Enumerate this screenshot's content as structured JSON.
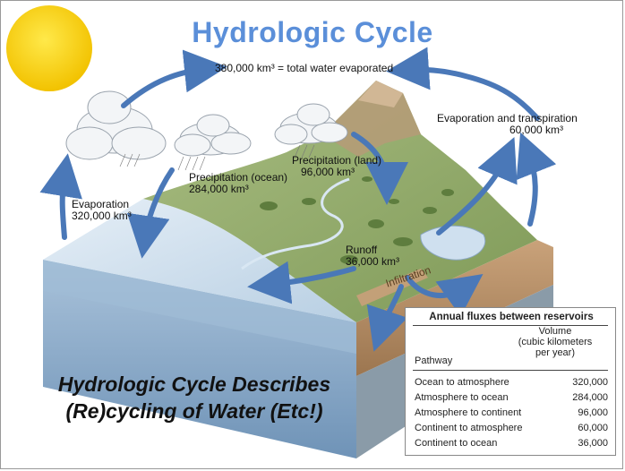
{
  "title": "Hydrologic Cycle",
  "labels": {
    "total_evaporated": "380,000 km³ = total water evaporated",
    "evap_transpiration_name": "Evaporation and transpiration",
    "evap_transpiration_value": "60,000 km³",
    "precip_land_name": "Precipitation (land)",
    "precip_land_value": "96,000 km³",
    "precip_ocean_name": "Precipitation (ocean)",
    "precip_ocean_value": "284,000 km³",
    "evaporation_name": "Evaporation",
    "evaporation_value": "320,000 km³",
    "runoff_name": "Runoff",
    "runoff_value": "36,000 km³",
    "infiltration": "Infiltration"
  },
  "caption": {
    "line1": "Hydrologic Cycle Describes",
    "line2": "(Re)cycling of Water (Etc!)"
  },
  "table": {
    "title": "Annual fluxes between reservoirs",
    "col_pathway": "Pathway",
    "col_volume_1": "Volume",
    "col_volume_2": "(cubic kilometers",
    "col_volume_3": "per year)",
    "rows": [
      {
        "pathway": "Ocean to atmosphere",
        "volume": "320,000"
      },
      {
        "pathway": "Atmosphere to ocean",
        "volume": "284,000"
      },
      {
        "pathway": "Atmosphere to continent",
        "volume": "96,000"
      },
      {
        "pathway": "Continent to atmosphere",
        "volume": "60,000"
      },
      {
        "pathway": "Continent to ocean",
        "volume": "36,000"
      }
    ]
  },
  "colors": {
    "title": "#5b8fd9",
    "arrow": "#4a78b8",
    "sun": "#f5cc00",
    "ocean": "#cfe0ef",
    "land": "#8fa86a"
  }
}
